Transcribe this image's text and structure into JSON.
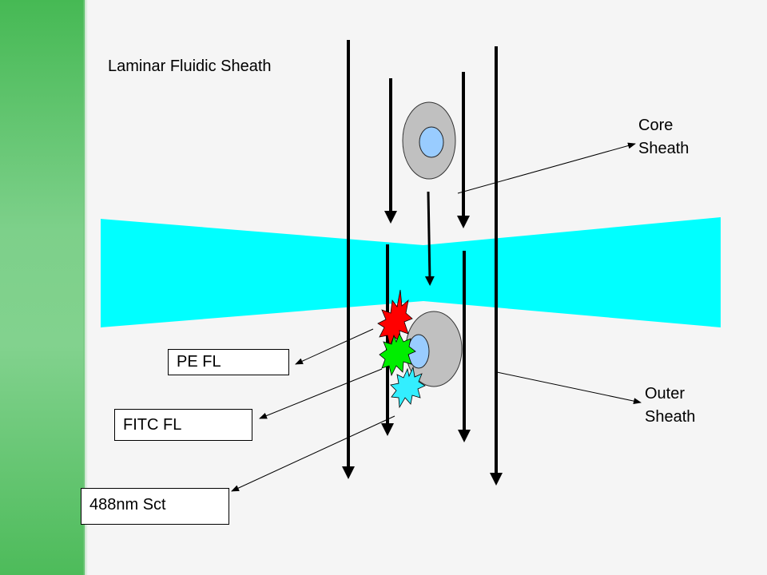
{
  "title": "Laminar Fluidic Sheath",
  "labels": {
    "core_sheath": [
      "Core",
      "Sheath"
    ],
    "outer_sheath": [
      "Outer",
      "Sheath"
    ]
  },
  "detector_boxes": {
    "pe": "PE  FL",
    "fitc": "FITC FL",
    "scatter": "488nm Sct"
  },
  "colors": {
    "background": "#f5f5f5",
    "side_band": "#7dd08a",
    "laser_beam": "#00ffff",
    "cell_body": "#c0c0c0",
    "cell_nucleus": "#99ccff",
    "pe_burst": "#ff0000",
    "fitc_burst": "#00ee00",
    "scatter_burst": "#33eeff"
  }
}
